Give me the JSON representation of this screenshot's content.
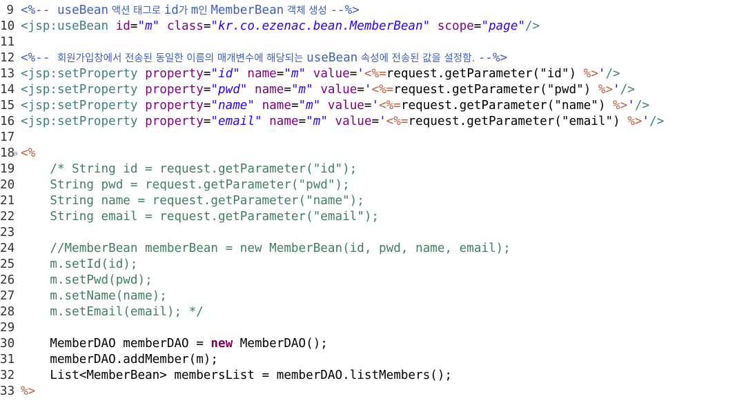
{
  "colors": {
    "jsp_comment": "#3f5fbf",
    "jsp_delimiter": "#bf5f3f",
    "tag": "#3f7f7f",
    "attr_name": "#7f007f",
    "attr_value": "#2a00ff",
    "java_comment": "#3f7f5f",
    "keyword": "#7f0055",
    "default": "#000000",
    "line_number": "#333333",
    "fold_marker": "#8a8a8a"
  },
  "editor": {
    "lines": [
      {
        "num": "9",
        "fold": "",
        "tokens": [
          {
            "t": "<%-- ",
            "c": "jsp_comment"
          },
          {
            "t": "useBean",
            "c": "jsp_comment"
          },
          {
            "t": " 액션 태그로 ",
            "c": "jsp_comment",
            "ko": true
          },
          {
            "t": "id",
            "c": "jsp_comment"
          },
          {
            "t": "가 ",
            "c": "jsp_comment",
            "ko": true
          },
          {
            "t": "m",
            "c": "jsp_comment"
          },
          {
            "t": "인 ",
            "c": "jsp_comment",
            "ko": true
          },
          {
            "t": "MemberBean",
            "c": "jsp_comment"
          },
          {
            "t": " 객체 생성 ",
            "c": "jsp_comment",
            "ko": true
          },
          {
            "t": "--%>",
            "c": "jsp_comment"
          }
        ]
      },
      {
        "num": "10",
        "fold": "",
        "tokens": [
          {
            "t": "<jsp:useBean ",
            "c": "tag"
          },
          {
            "t": "id",
            "c": "attr_name"
          },
          {
            "t": "=",
            "c": "default"
          },
          {
            "t": "\"m\"",
            "c": "attr_value",
            "i": true
          },
          {
            "t": " ",
            "c": "default"
          },
          {
            "t": "class",
            "c": "attr_name"
          },
          {
            "t": "=",
            "c": "default"
          },
          {
            "t": "\"kr.co.ezenac.bean.MemberBean\"",
            "c": "attr_value",
            "i": true
          },
          {
            "t": " ",
            "c": "default"
          },
          {
            "t": "scope",
            "c": "attr_name"
          },
          {
            "t": "=",
            "c": "default"
          },
          {
            "t": "\"page\"",
            "c": "attr_value",
            "i": true
          },
          {
            "t": "/>",
            "c": "tag"
          }
        ]
      },
      {
        "num": "11",
        "fold": "",
        "tokens": []
      },
      {
        "num": "12",
        "fold": "",
        "tokens": [
          {
            "t": "<%-- ",
            "c": "jsp_comment"
          },
          {
            "t": "회원가입창에서 전송된 동일한 이름의 매개변수에 해당되는 ",
            "c": "jsp_comment",
            "ko": true
          },
          {
            "t": "useBean",
            "c": "jsp_comment"
          },
          {
            "t": " 속성에 전송된 값을 설정함. ",
            "c": "jsp_comment",
            "ko": true
          },
          {
            "t": "--%>",
            "c": "jsp_comment"
          }
        ]
      },
      {
        "num": "13",
        "fold": "",
        "tokens": [
          {
            "t": "<jsp:setProperty ",
            "c": "tag"
          },
          {
            "t": "property",
            "c": "attr_name"
          },
          {
            "t": "=",
            "c": "default"
          },
          {
            "t": "\"id\"",
            "c": "attr_value",
            "i": true
          },
          {
            "t": " ",
            "c": "default"
          },
          {
            "t": "name",
            "c": "attr_name"
          },
          {
            "t": "=",
            "c": "default"
          },
          {
            "t": "\"m\"",
            "c": "attr_value",
            "i": true
          },
          {
            "t": " ",
            "c": "default"
          },
          {
            "t": "value",
            "c": "attr_name"
          },
          {
            "t": "=",
            "c": "default"
          },
          {
            "t": "'",
            "c": "attr_value"
          },
          {
            "t": "<%=",
            "c": "jsp_delimiter"
          },
          {
            "t": "request.getParameter(\"id\") ",
            "c": "default"
          },
          {
            "t": "%>",
            "c": "jsp_delimiter"
          },
          {
            "t": "'",
            "c": "attr_value"
          },
          {
            "t": "/>",
            "c": "tag"
          }
        ]
      },
      {
        "num": "14",
        "fold": "",
        "tokens": [
          {
            "t": "<jsp:setProperty ",
            "c": "tag"
          },
          {
            "t": "property",
            "c": "attr_name"
          },
          {
            "t": "=",
            "c": "default"
          },
          {
            "t": "\"pwd\"",
            "c": "attr_value",
            "i": true
          },
          {
            "t": " ",
            "c": "default"
          },
          {
            "t": "name",
            "c": "attr_name"
          },
          {
            "t": "=",
            "c": "default"
          },
          {
            "t": "\"m\"",
            "c": "attr_value",
            "i": true
          },
          {
            "t": " ",
            "c": "default"
          },
          {
            "t": "value",
            "c": "attr_name"
          },
          {
            "t": "=",
            "c": "default"
          },
          {
            "t": "'",
            "c": "attr_value"
          },
          {
            "t": "<%=",
            "c": "jsp_delimiter"
          },
          {
            "t": "request.getParameter(\"pwd\") ",
            "c": "default"
          },
          {
            "t": "%>",
            "c": "jsp_delimiter"
          },
          {
            "t": "'",
            "c": "attr_value"
          },
          {
            "t": "/>",
            "c": "tag"
          }
        ]
      },
      {
        "num": "15",
        "fold": "",
        "tokens": [
          {
            "t": "<jsp:setProperty ",
            "c": "tag"
          },
          {
            "t": "property",
            "c": "attr_name"
          },
          {
            "t": "=",
            "c": "default"
          },
          {
            "t": "\"name\"",
            "c": "attr_value",
            "i": true
          },
          {
            "t": " ",
            "c": "default"
          },
          {
            "t": "name",
            "c": "attr_name"
          },
          {
            "t": "=",
            "c": "default"
          },
          {
            "t": "\"m\"",
            "c": "attr_value",
            "i": true
          },
          {
            "t": " ",
            "c": "default"
          },
          {
            "t": "value",
            "c": "attr_name"
          },
          {
            "t": "=",
            "c": "default"
          },
          {
            "t": "'",
            "c": "attr_value"
          },
          {
            "t": "<%=",
            "c": "jsp_delimiter"
          },
          {
            "t": "request.getParameter(\"name\") ",
            "c": "default"
          },
          {
            "t": "%>",
            "c": "jsp_delimiter"
          },
          {
            "t": "'",
            "c": "attr_value"
          },
          {
            "t": "/>",
            "c": "tag"
          }
        ]
      },
      {
        "num": "16",
        "fold": "",
        "tokens": [
          {
            "t": "<jsp:setProperty ",
            "c": "tag"
          },
          {
            "t": "property",
            "c": "attr_name"
          },
          {
            "t": "=",
            "c": "default"
          },
          {
            "t": "\"email\"",
            "c": "attr_value",
            "i": true
          },
          {
            "t": " ",
            "c": "default"
          },
          {
            "t": "name",
            "c": "attr_name"
          },
          {
            "t": "=",
            "c": "default"
          },
          {
            "t": "\"m\"",
            "c": "attr_value",
            "i": true
          },
          {
            "t": " ",
            "c": "default"
          },
          {
            "t": "value",
            "c": "attr_name"
          },
          {
            "t": "=",
            "c": "default"
          },
          {
            "t": "'",
            "c": "attr_value"
          },
          {
            "t": "<%=",
            "c": "jsp_delimiter"
          },
          {
            "t": "request.getParameter(\"email\") ",
            "c": "default"
          },
          {
            "t": "%>",
            "c": "jsp_delimiter"
          },
          {
            "t": "'",
            "c": "attr_value"
          },
          {
            "t": "/>",
            "c": "tag"
          }
        ]
      },
      {
        "num": "17",
        "fold": "",
        "tokens": []
      },
      {
        "num": "18",
        "fold": "⊖",
        "tokens": [
          {
            "t": "<%",
            "c": "jsp_delimiter"
          }
        ]
      },
      {
        "num": "19",
        "fold": "",
        "tokens": [
          {
            "t": "    /* String id = request.getParameter(\"id\");",
            "c": "java_comment"
          }
        ]
      },
      {
        "num": "20",
        "fold": "",
        "tokens": [
          {
            "t": "    String pwd = request.getParameter(\"pwd\");",
            "c": "java_comment"
          }
        ]
      },
      {
        "num": "21",
        "fold": "",
        "tokens": [
          {
            "t": "    String name = request.getParameter(\"name\");",
            "c": "java_comment"
          }
        ]
      },
      {
        "num": "22",
        "fold": "",
        "tokens": [
          {
            "t": "    String email = request.getParameter(\"email\");",
            "c": "java_comment"
          }
        ]
      },
      {
        "num": "23",
        "fold": "",
        "tokens": []
      },
      {
        "num": "24",
        "fold": "",
        "tokens": [
          {
            "t": "    //MemberBean memberBean = new MemberBean(id, pwd, name, email);",
            "c": "java_comment"
          }
        ]
      },
      {
        "num": "25",
        "fold": "",
        "tokens": [
          {
            "t": "    m.setId(id);",
            "c": "java_comment"
          }
        ]
      },
      {
        "num": "26",
        "fold": "",
        "tokens": [
          {
            "t": "    m.setPwd(pwd);",
            "c": "java_comment"
          }
        ]
      },
      {
        "num": "27",
        "fold": "",
        "tokens": [
          {
            "t": "    m.setName(name);",
            "c": "java_comment"
          }
        ]
      },
      {
        "num": "28",
        "fold": "",
        "tokens": [
          {
            "t": "    m.setEmail(email); */",
            "c": "java_comment"
          }
        ]
      },
      {
        "num": "29",
        "fold": "",
        "tokens": []
      },
      {
        "num": "30",
        "fold": "",
        "tokens": [
          {
            "t": "    MemberDAO memberDAO = ",
            "c": "default"
          },
          {
            "t": "new",
            "c": "keyword",
            "b": true
          },
          {
            "t": " MemberDAO();",
            "c": "default"
          }
        ]
      },
      {
        "num": "31",
        "fold": "",
        "tokens": [
          {
            "t": "    memberDAO.addMember(m);",
            "c": "default"
          }
        ]
      },
      {
        "num": "32",
        "fold": "",
        "tokens": [
          {
            "t": "    List<MemberBean> membersList = memberDAO.listMembers();",
            "c": "default"
          }
        ]
      },
      {
        "num": "33",
        "fold": "",
        "tokens": [
          {
            "t": "%>",
            "c": "jsp_delimiter"
          }
        ]
      }
    ]
  }
}
